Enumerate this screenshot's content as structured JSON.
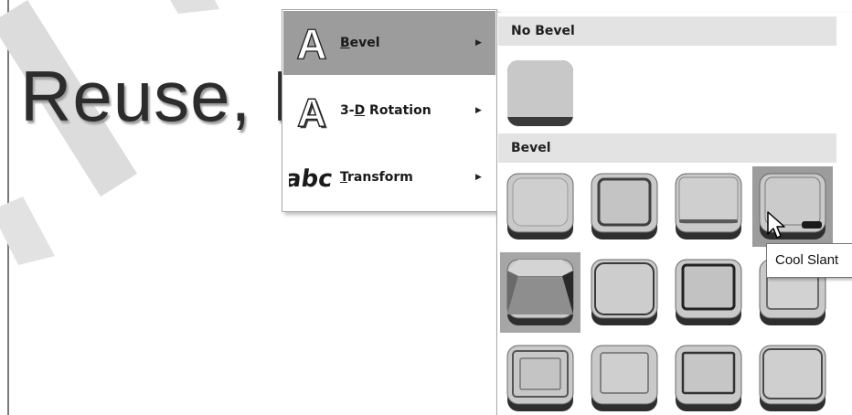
{
  "document": {
    "text": "Reuse, R"
  },
  "menu": {
    "items": [
      {
        "label": "Bevel",
        "accel": "B",
        "icon": "text-outline-a-icon",
        "active": true
      },
      {
        "label": "3-D Rotation",
        "accel": "D",
        "icon": "text-3d-a-icon",
        "active": false
      },
      {
        "label": "Transform",
        "accel": "T",
        "icon": "abc-transform-icon",
        "active": false
      }
    ]
  },
  "gallery": {
    "no_bevel_header": "No Bevel",
    "bevel_header": "Bevel",
    "rows": [
      [
        "circle",
        "relaxed-inset",
        "cross",
        "cool-slant"
      ],
      [
        "angle",
        "soft-round",
        "convex",
        "slope"
      ],
      [
        "divot",
        "riblet",
        "hard-edge",
        "art-deco"
      ]
    ],
    "hovered_item": "cool-slant",
    "selected_item": "angle"
  },
  "tooltip": {
    "text": "Cool Slant"
  }
}
